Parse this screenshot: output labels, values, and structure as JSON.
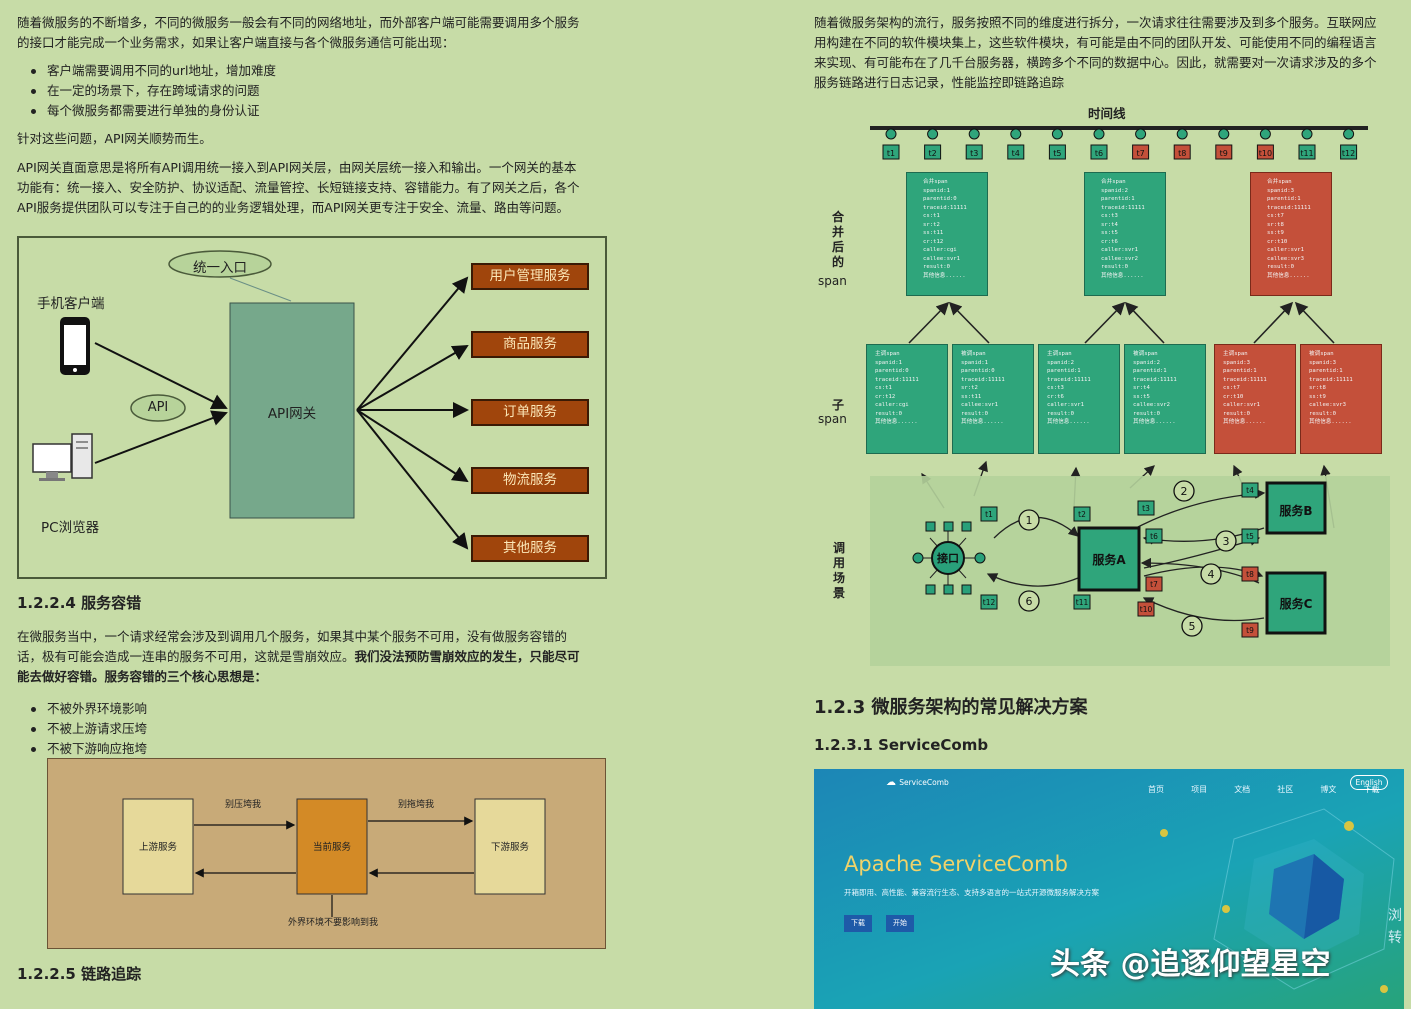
{
  "left": {
    "intro": [
      "随着微服务的不断增多，不同的微服务一般会有不同的网络地址，而外部客户端可能需要调用多个服务",
      "的接口才能完成一个业务需求，如果让客户端直接与各个微服务通信可能出现："
    ],
    "bullets1": [
      "客户端需要调用不同的url地址，增加难度",
      "在一定的场景下，存在跨域请求的问题",
      "每个微服务都需要进行单独的身份认证"
    ],
    "solution": "针对这些问题，API网关顺势而生。",
    "gateway_desc": [
      "API网关直面意思是将所有API调用统一接入到API网关层，由网关层统一接入和输出。一个网关的基本",
      "功能有：统一接入、安全防护、协议适配、流量管控、长短链接支持、容错能力。有了网关之后，各个",
      "API服务提供团队可以专注于自己的的业务逻辑处理，而API网关更专注于安全、流量、路由等问题。"
    ],
    "gateway_diagram": {
      "entry": "统一入口",
      "mobile": "手机客户端",
      "api": "API",
      "pc": "PC浏览器",
      "gateway": "API网关",
      "services": [
        "用户管理服务",
        "商品服务",
        "订单服务",
        "物流服务",
        "其他服务"
      ]
    },
    "h_fault": "1.2.2.4 服务容错",
    "fault_desc": [
      "在微服务当中，一个请求经常会涉及到调用几个服务，如果其中某个服务不可用，没有做服务容错的",
      "话，极有可能会造成一连串的服务不可用，这就是雪崩效应。"
    ],
    "fault_bold": [
      "我们没法预防雪崩效应的发生，只能尽可",
      "能去做好容错。服务容错的三个核心思想是："
    ],
    "bullets2": [
      "不被外界环境影响",
      "不被上游请求压垮",
      "不被下游响应拖垮"
    ],
    "fault_diagram": {
      "upstream": "上游服务",
      "current": "当前服务",
      "downstream": "下游服务",
      "arrow1": "别压垮我",
      "arrow2": "别拖垮我",
      "bottom": "外界环境不要影响到我"
    },
    "h_trace": "1.2.2.5 链路追踪"
  },
  "right": {
    "intro": [
      "随着微服务架构的流行，服务按照不同的维度进行拆分，一次请求往往需要涉及到多个服务。互联网应",
      "用构建在不同的软件模块集上，这些软件模块，有可能是由不同的团队开发、可能使用不同的编程语言",
      "来实现、有可能布在了几千台服务器，横跨多个不同的数据中心。因此，就需要对一次请求涉及的多个",
      "服务链路进行日志记录，性能监控即链路追踪"
    ],
    "trace_diagram": {
      "timeline": "时间线",
      "ticks": [
        "t1",
        "t2",
        "t3",
        "t4",
        "t5",
        "t6",
        "t7",
        "t8",
        "t9",
        "t10",
        "t11",
        "t12"
      ],
      "merged_label": [
        "合",
        "并",
        "后",
        "的",
        "span"
      ],
      "child_label": [
        "子",
        "span"
      ],
      "scene_label": [
        "调",
        "用",
        "场",
        "景"
      ],
      "merged": [
        "合并span\nspanid:1\nparentid:0\ntraceid:11111\ncs:t1\nsr:t2\nss:t11\ncr:t12\ncaller:cgi\ncallee:svr1\nresult:0\n其他信息......",
        "合并span\nspanid:2\nparentid:1\ntraceid:11111\ncs:t3\nsr:t4\nss:t5\ncr:t6\ncaller:svr1\ncallee:svr2\nresult:0\n其他信息......",
        "合并span\nspanid:3\nparentid:1\ntraceid:11111\ncs:t7\nsr:t8\nss:t9\ncr:t10\ncaller:svr1\ncallee:svr3\nresult:0\n其他信息......"
      ],
      "children": [
        "主调span\nspanid:1\nparentid:0\ntraceid:11111\ncs:t1\ncr:t12\ncaller:cgi\nresult:0\n其他信息......",
        "被调span\nspanid:1\nparentid:0\ntraceid:11111\nsr:t2\nss:t11\ncallee:svr1\nresult:0\n其他信息......",
        "主调span\nspanid:2\nparentid:1\ntraceid:11111\ncs:t3\ncr:t6\ncaller:svr1\nresult:0\n其他信息......",
        "被调span\nspanid:2\nparentid:1\ntraceid:11111\nsr:t4\nss:t5\ncallee:svr2\nresult:0\n其他信息......",
        "主调span\nspanid:3\nparentid:1\ntraceid:11111\ncs:t7\ncr:t10\ncaller:svr1\nresult:0\n其他信息......",
        "被调span\nspanid:3\nparentid:1\ntraceid:11111\nsr:t8\nss:t9\ncallee:svr3\nresult:0\n其他信息......"
      ],
      "interface": "接口",
      "svcA": "服务A",
      "svcB": "服务B",
      "svcC": "服务C",
      "steps": [
        "1",
        "2",
        "3",
        "4",
        "5",
        "6"
      ],
      "scene_ticks": [
        "t1",
        "t2",
        "t3",
        "t4",
        "t5",
        "t6",
        "t7",
        "t8",
        "t9",
        "t10",
        "t11",
        "t12"
      ]
    },
    "h_common": "1.2.3 微服务架构的常见解决方案",
    "h_sc": "1.2.3.1 ServiceComb",
    "sc": {
      "logo": "ServiceComb",
      "nav": [
        "首页",
        "项目",
        "文档",
        "社区",
        "博文",
        "下载"
      ],
      "lang": "English",
      "title": "Apache ServiceComb",
      "subtitle": "开箱即用、高性能、兼容流行生态、支持多语言的一站式开源微服务解决方案",
      "btn1": "下载",
      "btn2": "开始",
      "side1": "浏",
      "side2": "转"
    },
    "watermark": "头条 @追逐仰望星空"
  },
  "colors": {
    "page_bg": "#c7dca7",
    "service_box": "#a0450c",
    "gateway_box": "#76a88b",
    "span_green": "#2fa57b",
    "span_red": "#c4503a",
    "sc_blue": "#1e8ab8"
  }
}
